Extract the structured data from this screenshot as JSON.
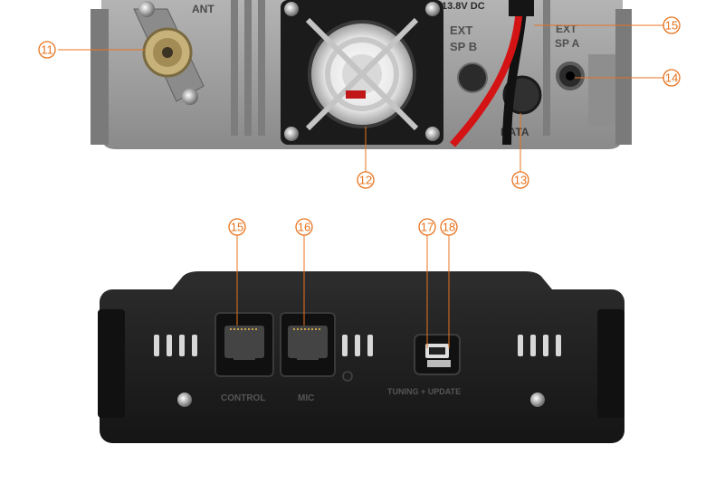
{
  "colors": {
    "callout": "#e8731e",
    "radio_body": "#1c1c1c",
    "heatsink": "#9a9a9a",
    "cable_red": "#d41414"
  },
  "top_panel": {
    "label_ant": "ANT",
    "label_power": "13.8V DC",
    "label_ext_spb_1": "EXT",
    "label_ext_spb_2": "SP B",
    "label_ext_spa_1": "EXT",
    "label_ext_spa_2": "SP A",
    "label_data": "DATA"
  },
  "bottom_panel": {
    "label_control": "CONTROL",
    "label_mic": "MIC",
    "label_usb": "TUNING + UPDATE"
  },
  "callouts": [
    {
      "id": "callout-11",
      "label": "11"
    },
    {
      "id": "callout-12",
      "label": "12"
    },
    {
      "id": "callout-13",
      "label": "13"
    },
    {
      "id": "callout-14",
      "label": "14"
    },
    {
      "id": "callout-15-top",
      "label": "15"
    },
    {
      "id": "callout-15-bottom",
      "label": "15"
    },
    {
      "id": "callout-16",
      "label": "16"
    },
    {
      "id": "callout-17",
      "label": "17"
    },
    {
      "id": "callout-18",
      "label": "18"
    }
  ]
}
